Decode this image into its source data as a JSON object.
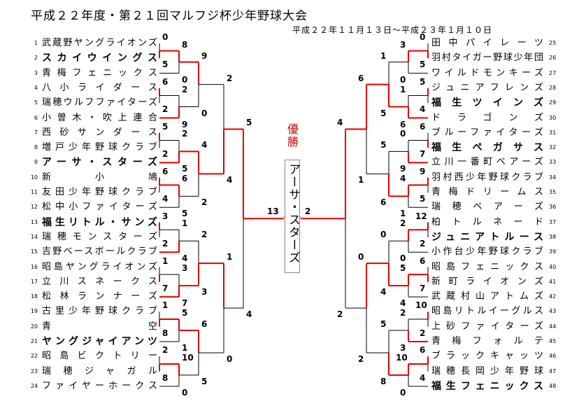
{
  "title": "平成２２年度・第２１回マルフジ杯少年野球大会",
  "dates": "平成２２年１１月１３日～平成２３年１月１０日",
  "champion_label": "優勝",
  "champion": "アーサ・スターズ",
  "colors": {
    "win": "#e00000",
    "line": "#000000"
  },
  "left_teams": [
    {
      "no": "1",
      "name": "武蔵野ヤングライオンズ",
      "bold": false
    },
    {
      "no": "2",
      "name": "スカイウイングス",
      "bold": true
    },
    {
      "no": "3",
      "name": "青梅フェニックス",
      "bold": false
    },
    {
      "no": "4",
      "name": "八小ライダース",
      "bold": false
    },
    {
      "no": "5",
      "name": "瑞穂ウルフファイターズ",
      "bold": false
    },
    {
      "no": "6",
      "name": "小曽木・吹上連合",
      "bold": false
    },
    {
      "no": "7",
      "name": "西砂サンダース",
      "bold": false
    },
    {
      "no": "8",
      "name": "増戸少年野球クラブ",
      "bold": false
    },
    {
      "no": "9",
      "name": "アーサ・スターズ",
      "bold": true
    },
    {
      "no": "10",
      "name": "新小鳩",
      "bold": false
    },
    {
      "no": "11",
      "name": "友田少年野球クラブ",
      "bold": false
    },
    {
      "no": "12",
      "name": "松中小ファイターズ",
      "bold": false
    },
    {
      "no": "13",
      "name": "福生リトル・サンズ",
      "bold": true
    },
    {
      "no": "14",
      "name": "瑞穂モンスターズ",
      "bold": false
    },
    {
      "no": "15",
      "name": "吉野ベースボールクラブ",
      "bold": false
    },
    {
      "no": "16",
      "name": "昭島ヤングライオンズ",
      "bold": false
    },
    {
      "no": "17",
      "name": "立川スネークス",
      "bold": false
    },
    {
      "no": "18",
      "name": "松林ランナーズ",
      "bold": false
    },
    {
      "no": "19",
      "name": "古里少年野球クラブ",
      "bold": false
    },
    {
      "no": "20",
      "name": "青空",
      "bold": false
    },
    {
      "no": "21",
      "name": "ヤングジャイアンツ",
      "bold": true
    },
    {
      "no": "22",
      "name": "昭島ビクトリー",
      "bold": false
    },
    {
      "no": "23",
      "name": "瑞穂ジャガル",
      "bold": false
    },
    {
      "no": "24",
      "name": "ファイヤーホークス",
      "bold": false
    }
  ],
  "right_teams": [
    {
      "no": "25",
      "name": "田中パイレーツ",
      "bold": false
    },
    {
      "no": "26",
      "name": "羽村タイガー野球少年団",
      "bold": false
    },
    {
      "no": "27",
      "name": "ワイルドモンキーズ",
      "bold": false
    },
    {
      "no": "28",
      "name": "ジュニアフレンズ",
      "bold": false
    },
    {
      "no": "29",
      "name": "福生ツインズ",
      "bold": true
    },
    {
      "no": "30",
      "name": "ドラゴンズ",
      "bold": false
    },
    {
      "no": "31",
      "name": "ブルーファイターズ",
      "bold": false
    },
    {
      "no": "32",
      "name": "福生ペガサス",
      "bold": true
    },
    {
      "no": "33",
      "name": "立川一番町ベアーズ",
      "bold": false
    },
    {
      "no": "34",
      "name": "羽村西少年野球クラブ",
      "bold": false
    },
    {
      "no": "35",
      "name": "青梅ドリームス",
      "bold": false
    },
    {
      "no": "36",
      "name": "瑞穂ベアーズ",
      "bold": false
    },
    {
      "no": "37",
      "name": "柏トルネード",
      "bold": false
    },
    {
      "no": "38",
      "name": "ジュニアトルース",
      "bold": true
    },
    {
      "no": "39",
      "name": "小作台少年野球クラブ",
      "bold": false
    },
    {
      "no": "40",
      "name": "昭島フェニックス",
      "bold": false
    },
    {
      "no": "41",
      "name": "新町ライオンズ",
      "bold": false
    },
    {
      "no": "42",
      "name": "武蔵村山アトムズ",
      "bold": false
    },
    {
      "no": "43",
      "name": "昭島リトルイーグルス",
      "bold": false
    },
    {
      "no": "44",
      "name": "上砂ファイターズ",
      "bold": false
    },
    {
      "no": "45",
      "name": "青梅フォルテ",
      "bold": false
    },
    {
      "no": "46",
      "name": "ブラックキャッツ",
      "bold": false
    },
    {
      "no": "47",
      "name": "瑞穂長岡少年野球",
      "bold": false
    },
    {
      "no": "48",
      "name": "福生フェニックス",
      "bold": true
    }
  ],
  "left_matches": [
    {
      "pair": [
        1,
        2
      ],
      "scores": [
        "0",
        "5"
      ],
      "winner": 1
    },
    {
      "pair": [
        "m0",
        3
      ],
      "scores": [
        "8",
        "0"
      ],
      "winner": 0
    },
    {
      "pair": [
        4,
        5
      ],
      "scores": [
        "6",
        "2"
      ],
      "winner": 0
    },
    {
      "pair": [
        "m2",
        6
      ],
      "scores": [
        "2",
        "9"
      ],
      "winner": 1
    },
    {
      "pair": [
        "m1",
        "m3"
      ],
      "scores": [
        "9",
        "0"
      ],
      "winner": 0
    },
    {
      "pair": [
        7,
        8
      ],
      "scores": [
        "5",
        "2"
      ],
      "winner": 0
    },
    {
      "pair": [
        "m5",
        9
      ],
      "scores": [
        "2",
        "5"
      ],
      "winner": 1
    },
    {
      "pair": [
        10,
        11
      ],
      "scores": [
        "6",
        "4"
      ],
      "winner": 0
    },
    {
      "pair": [
        "m7",
        12
      ],
      "scores": [
        "6",
        "5"
      ],
      "winner": 0
    },
    {
      "pair": [
        "m6",
        "m8"
      ],
      "scores": [
        "4",
        "2"
      ],
      "winner": 0
    },
    {
      "pair": [
        "m4",
        "m9"
      ],
      "scores": [
        "2",
        "4"
      ],
      "winner": 1
    },
    {
      "pair": [
        13,
        14
      ],
      "scores": [
        "3",
        "2"
      ],
      "winner": 0
    },
    {
      "pair": [
        "m11",
        15
      ],
      "scores": [
        "1",
        "4"
      ],
      "winner": 1
    },
    {
      "pair": [
        16,
        17
      ],
      "scores": [
        "1",
        "7"
      ],
      "winner": 1
    },
    {
      "pair": [
        "m13",
        18
      ],
      "scores": [
        "3",
        "7"
      ],
      "winner": 1
    },
    {
      "pair": [
        "m12",
        "m14"
      ],
      "scores": [
        "2",
        "3"
      ],
      "winner": 1
    },
    {
      "pair": [
        19,
        20
      ],
      "scores": [
        "1",
        "8"
      ],
      "winner": 1
    },
    {
      "pair": [
        "m16",
        21
      ],
      "scores": [
        "5",
        "1"
      ],
      "winner": 0
    },
    {
      "pair": [
        22,
        23
      ],
      "scores": [
        "2",
        "8"
      ],
      "winner": 1
    },
    {
      "pair": [
        "m18",
        24
      ],
      "scores": [
        "10",
        "0"
      ],
      "winner": 0
    },
    {
      "pair": [
        "m17",
        "m19"
      ],
      "scores": [
        "6",
        "5"
      ],
      "winner": 0
    },
    {
      "pair": [
        "m15",
        "m20"
      ],
      "scores": [
        "1",
        "0"
      ],
      "winner": 0
    },
    {
      "pair": [
        "m10",
        "m21"
      ],
      "scores": [
        "5",
        "4"
      ],
      "winner": 0
    },
    {
      "pair": [
        "m22"
      ],
      "scores": [
        "13"
      ],
      "winner": 0
    }
  ],
  "right_matches": [
    {
      "pair": [
        25,
        26
      ],
      "scores": [
        "0",
        "5"
      ],
      "winner": 1
    },
    {
      "pair": [
        "m0",
        27
      ],
      "scores": [
        "3",
        "0"
      ],
      "winner": 0
    },
    {
      "pair": [
        28,
        29
      ],
      "scores": [
        "5",
        "4"
      ],
      "winner": 0
    },
    {
      "pair": [
        "m2",
        30
      ],
      "scores": [
        "1",
        "6"
      ],
      "winner": 1
    },
    {
      "pair": [
        "m1",
        "m3"
      ],
      "scores": [
        "1",
        "5"
      ],
      "winner": 1
    },
    {
      "pair": [
        31,
        32
      ],
      "scores": [
        "6",
        "7"
      ],
      "winner": 1
    },
    {
      "pair": [
        "m5",
        33
      ],
      "scores": [
        "0",
        "9"
      ],
      "winner": 1
    },
    {
      "pair": [
        34,
        35
      ],
      "scores": [
        "9",
        "5"
      ],
      "winner": 0
    },
    {
      "pair": [
        "m7",
        36
      ],
      "scores": [
        "4",
        "1"
      ],
      "winner": 0
    },
    {
      "pair": [
        "m6",
        "m8"
      ],
      "scores": [
        "5",
        "6"
      ],
      "winner": 1
    },
    {
      "pair": [
        "m4",
        "m9"
      ],
      "scores": [
        "6",
        "1"
      ],
      "winner": 0
    },
    {
      "pair": [
        37,
        38
      ],
      "scores": [
        "12",
        "2"
      ],
      "winner": 0
    },
    {
      "pair": [
        "m11",
        39
      ],
      "scores": [
        "2",
        "0"
      ],
      "winner": 0
    },
    {
      "pair": [
        40,
        41
      ],
      "scores": [
        "6",
        "7"
      ],
      "winner": 1
    },
    {
      "pair": [
        "m13",
        42
      ],
      "scores": [
        "5",
        "4"
      ],
      "winner": 0
    },
    {
      "pair": [
        "m12",
        "m14"
      ],
      "scores": [
        "0",
        "4"
      ],
      "winner": 1
    },
    {
      "pair": [
        43,
        44
      ],
      "scores": [
        "10",
        "2"
      ],
      "winner": 0
    },
    {
      "pair": [
        "m16",
        45
      ],
      "scores": [
        "2",
        "3"
      ],
      "winner": 1
    },
    {
      "pair": [
        46,
        47
      ],
      "scores": [
        "6",
        "4"
      ],
      "winner": 0
    },
    {
      "pair": [
        "m18",
        48
      ],
      "scores": [
        "10",
        "0"
      ],
      "winner": 0
    },
    {
      "pair": [
        "m17",
        "m19"
      ],
      "scores": [
        "5",
        "8"
      ],
      "winner": 1
    },
    {
      "pair": [
        "m15",
        "m20"
      ],
      "scores": [
        "0",
        "2"
      ],
      "winner": 0
    },
    {
      "pair": [
        "m10",
        "m21"
      ],
      "scores": [
        "4",
        "2"
      ],
      "winner": 0
    },
    {
      "pair": [
        "m22"
      ],
      "scores": [
        "2"
      ],
      "winner": 0
    }
  ]
}
